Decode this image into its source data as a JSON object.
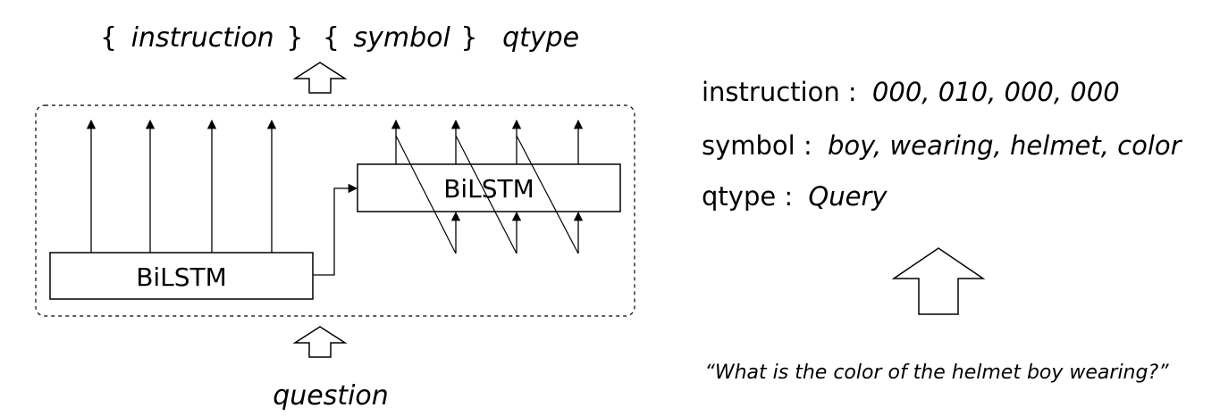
{
  "header": {
    "brace_open_1": "{",
    "instruction": "instruction",
    "brace_close_1": "}",
    "brace_open_2": "{",
    "symbol": "symbol",
    "brace_close_2": "}",
    "qtype": "qtype"
  },
  "model": {
    "bottom_block_label": "BiLSTM",
    "top_block_label": "BiLSTM"
  },
  "input_label": "question",
  "example": {
    "instruction_key": "instruction :",
    "instruction_value": "000, 010, 000, 000",
    "symbol_key": "symbol :",
    "symbol_value": "boy, wearing, helmet, color",
    "qtype_key": "qtype :",
    "qtype_value": "Query",
    "question": "“What is the color of the helmet boy wearing?”"
  }
}
